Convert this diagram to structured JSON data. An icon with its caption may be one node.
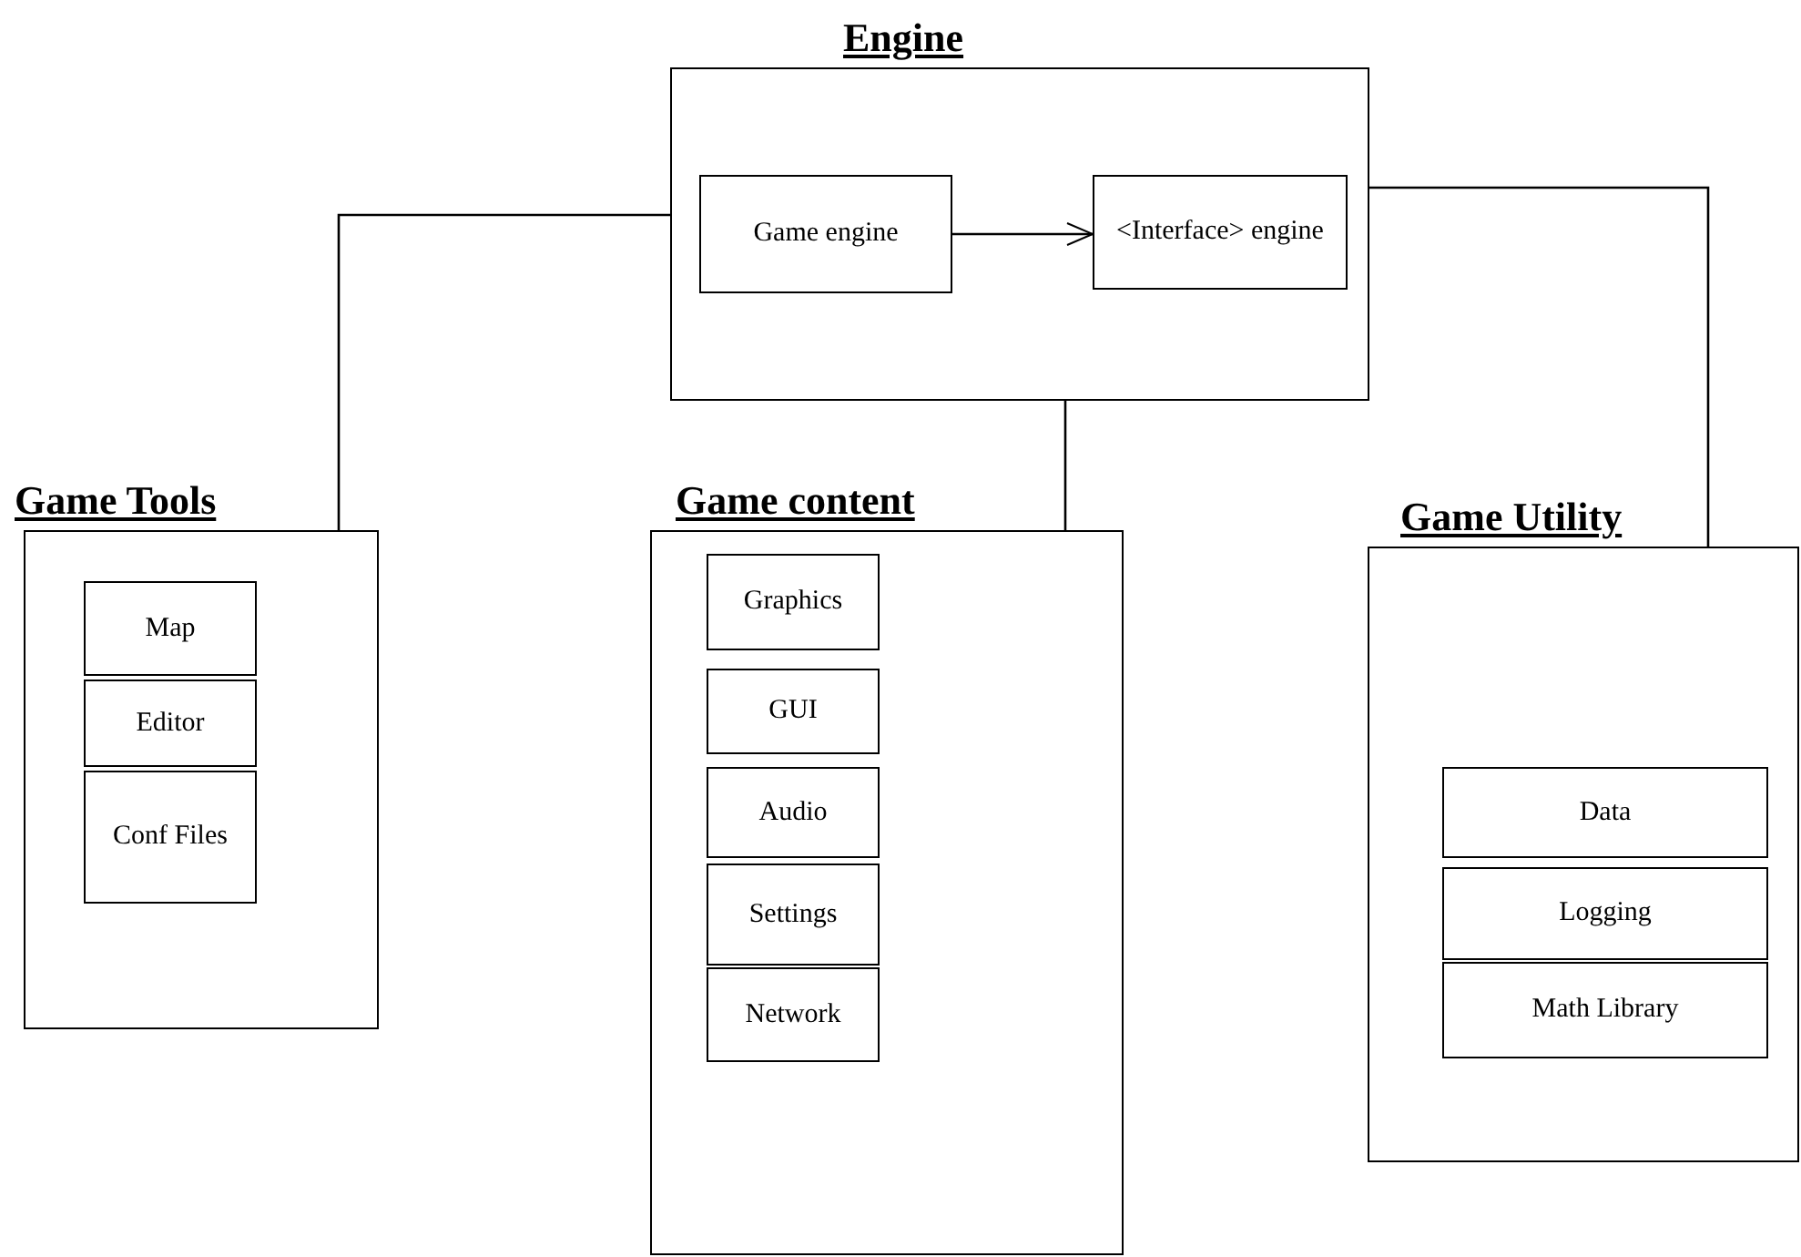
{
  "diagram": {
    "nodes": [
      {
        "text": [
          "Engine"
        ]
      },
      {
        "text": [
          "Game engine"
        ],
        "in": 0
      },
      {
        "text": [
          "<Interface> engine"
        ],
        "in": 0
      },
      {
        "text": [
          "Game Tools"
        ]
      },
      {
        "text": [
          "Map"
        ],
        "in": 3
      },
      {
        "text": [
          "Editor"
        ],
        "in": 3
      },
      {
        "text": [
          "Conf Files"
        ],
        "in": 3
      },
      {
        "text": [
          "Game content"
        ]
      },
      {
        "text": [
          "Graphics"
        ],
        "in": 7
      },
      {
        "text": [
          "GUI"
        ],
        "in": 7
      },
      {
        "text": [
          "Audio"
        ],
        "in": 7
      },
      {
        "text": [
          "Settings"
        ],
        "in": 7
      },
      {
        "text": [
          "Network"
        ],
        "in": 7
      },
      {
        "text": [
          "Game Utility"
        ]
      },
      {
        "text": [
          "Data"
        ],
        "in": 13
      },
      {
        "text": [
          "Logging"
        ],
        "in": 13
      },
      {
        "text": [
          "Math Library"
        ],
        "in": 13
      }
    ],
    "edges": [
      {
        "from": 1,
        "to": 2,
        "arrow": "to"
      },
      {
        "from": 0,
        "to": 3,
        "arrow": "none"
      },
      {
        "from": 0,
        "to": 7,
        "arrow": "none"
      },
      {
        "from": 0,
        "to": 13,
        "arrow": "none"
      }
    ]
  }
}
